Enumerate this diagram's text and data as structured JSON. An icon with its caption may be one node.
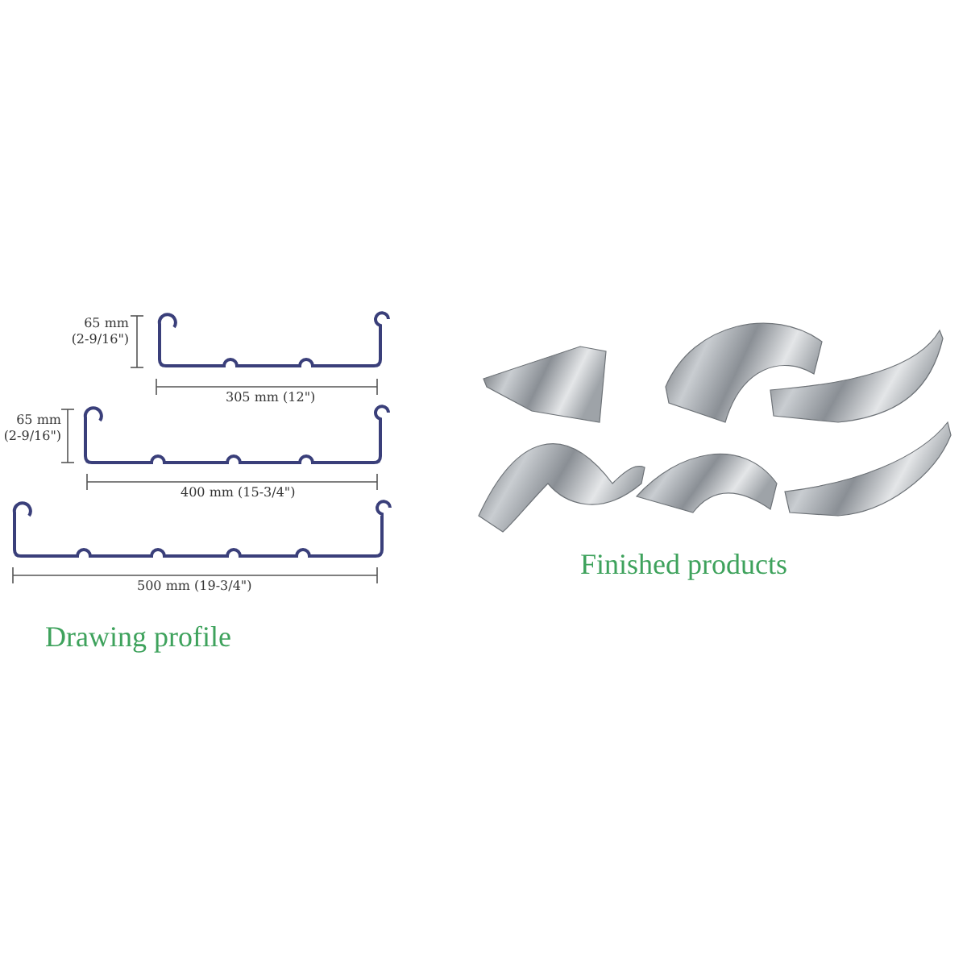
{
  "diagram": {
    "labels": [
      "65 mm (2-9/16\")",
      "305 mm (12\")",
      "65 mm (2-9/16\")",
      "400 mm (15-3/4\")",
      "500 mm (19-3/4\")",
      "Finished products",
      "Drawing profile"
    ]
  }
}
